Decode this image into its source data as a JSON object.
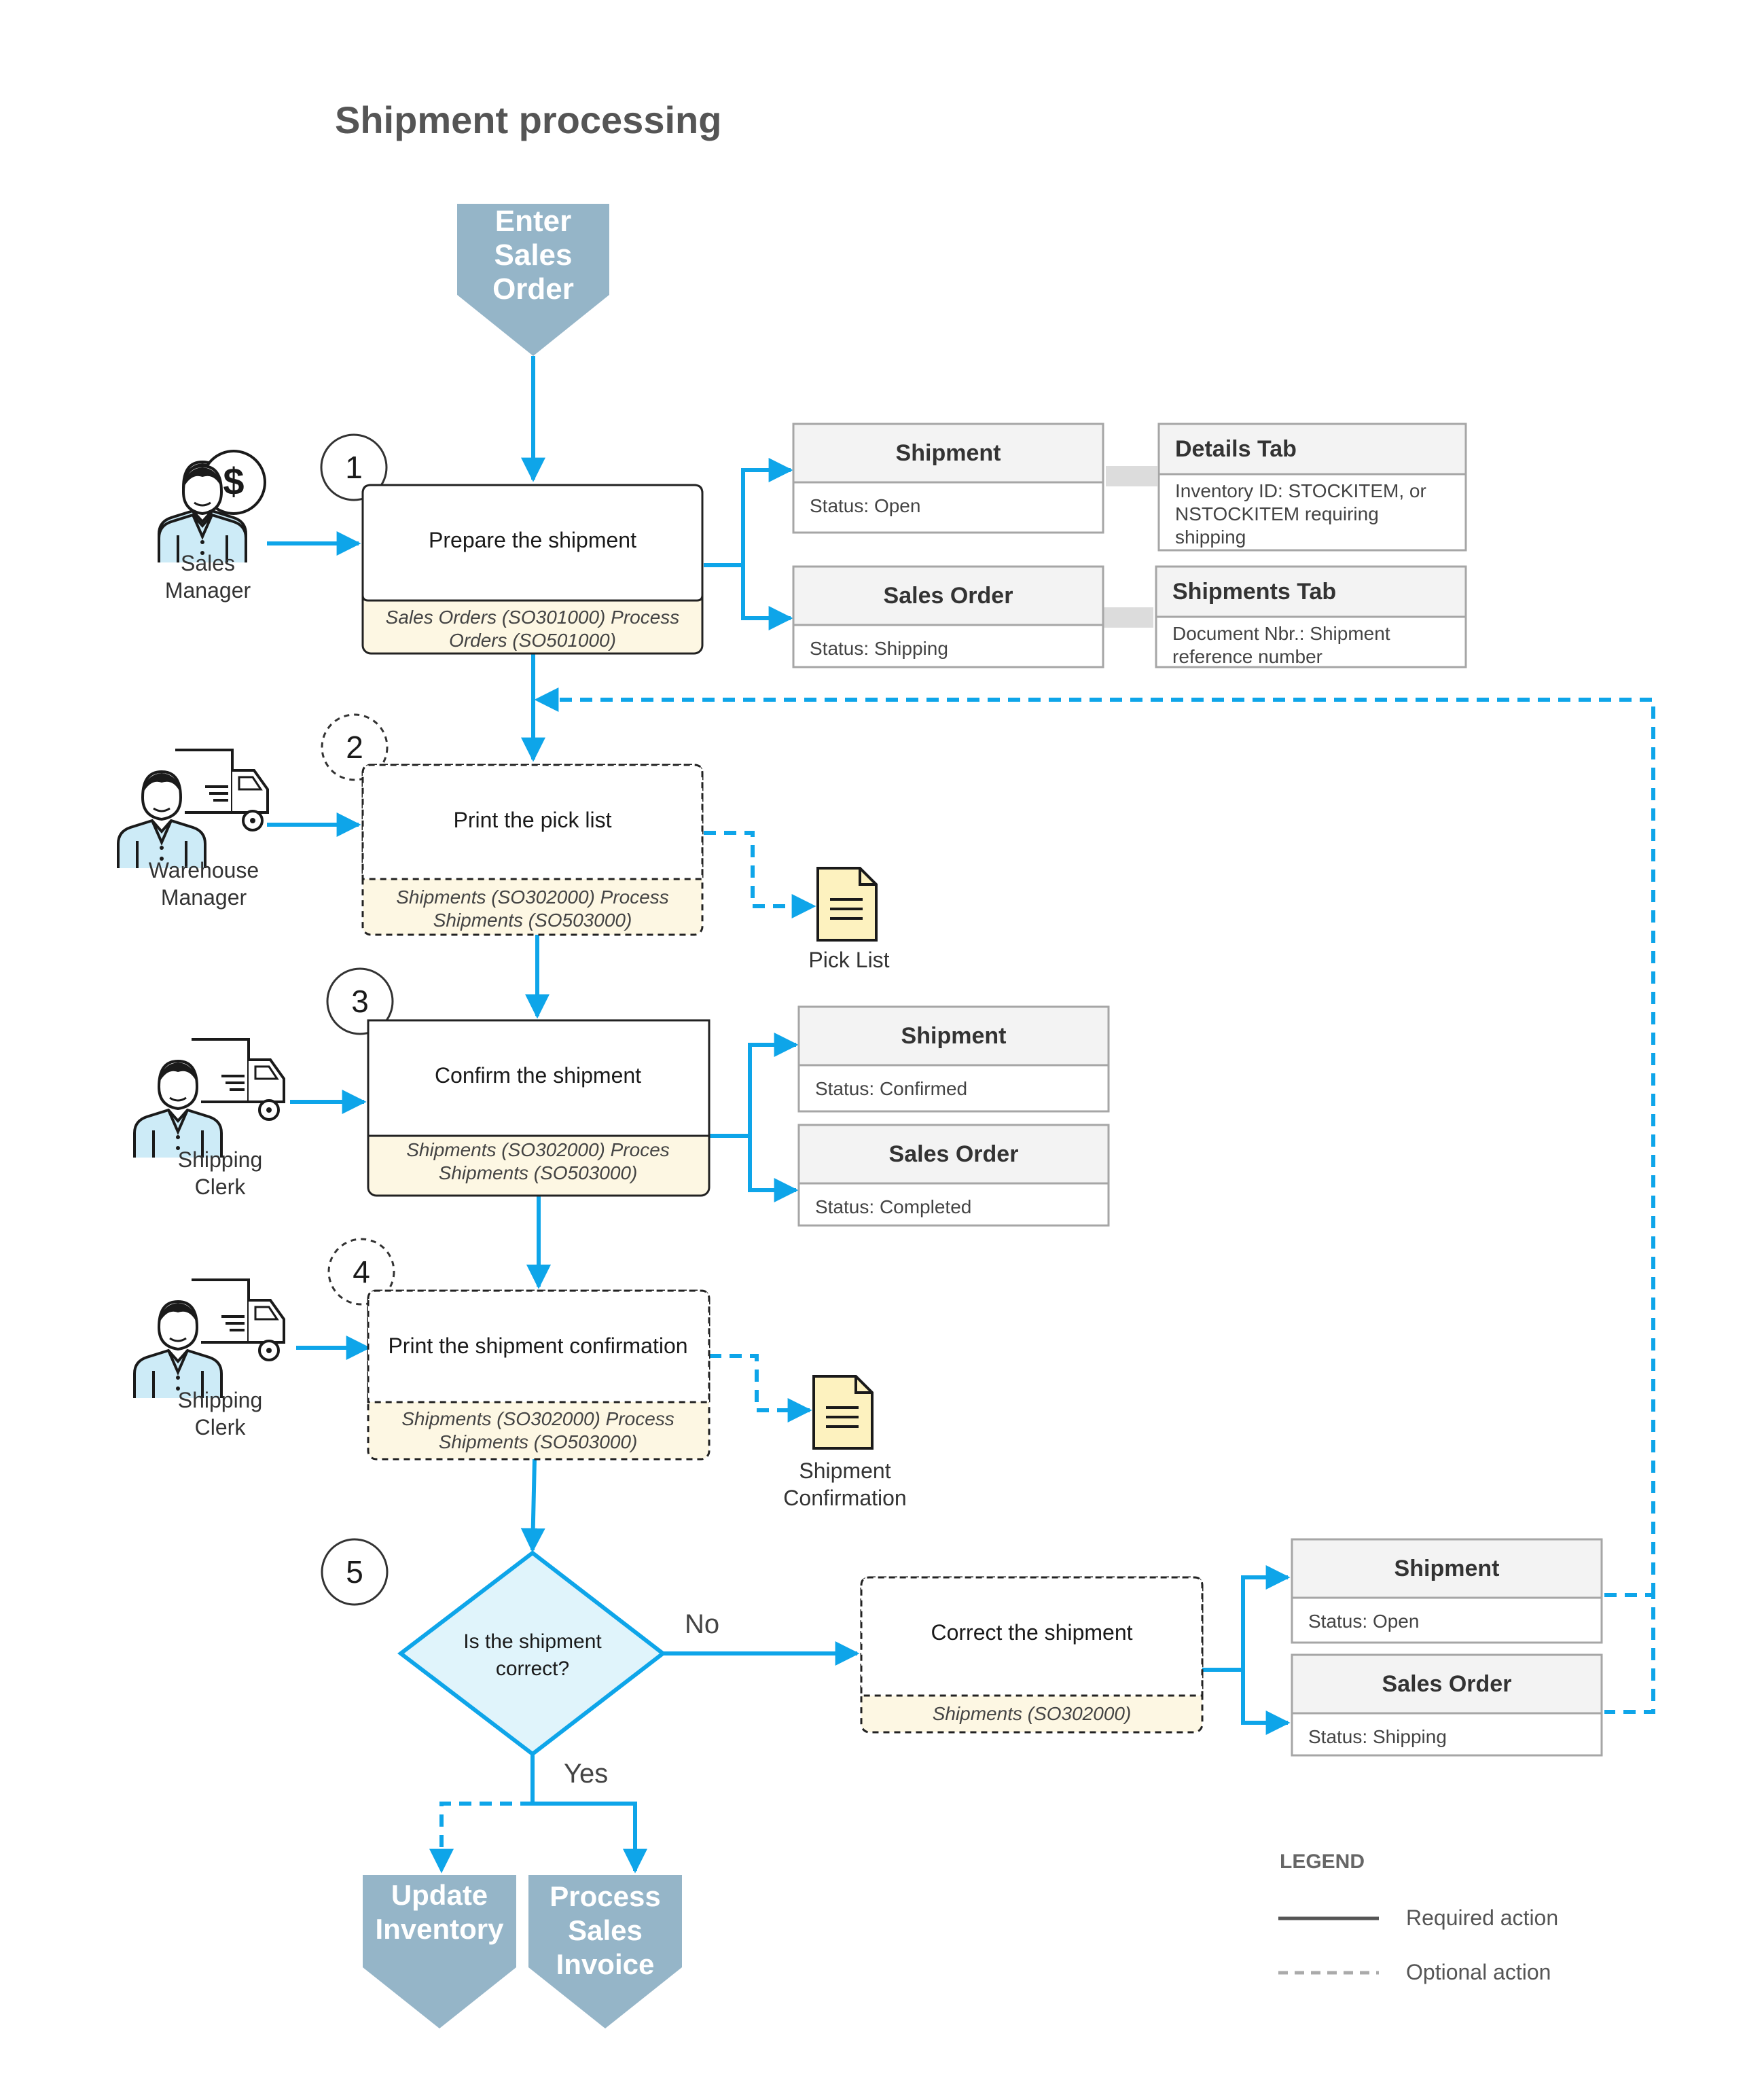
{
  "title": "Shipment processing",
  "start": {
    "lines": [
      "Enter",
      "Sales",
      "Order"
    ]
  },
  "steps": [
    {
      "number": "1",
      "label": "Prepare the shipment",
      "footer": [
        "Sales Orders (SO301000) Process",
        "Orders (SO501000)"
      ],
      "optional": false
    },
    {
      "number": "2",
      "label": "Print the pick list",
      "footer": [
        "Shipments (SO302000) Process",
        "Shipments (SO503000)"
      ],
      "optional": true
    },
    {
      "number": "3",
      "label": "Confirm the shipment",
      "footer": [
        "Shipments (SO302000) Proces",
        "Shipments (SO503000)"
      ],
      "optional": false
    },
    {
      "number": "4",
      "label": "Print the shipment confirmation",
      "footer": [
        "Shipments (SO302000) Process",
        "Shipments (SO503000)"
      ],
      "optional": true
    },
    {
      "number": "5",
      "label": [
        "Is the shipment",
        "correct?"
      ]
    }
  ],
  "correct": {
    "label": "Correct the shipment",
    "footer": "Shipments (SO302000)"
  },
  "actors": [
    {
      "lines": [
        "Sales",
        "Manager"
      ],
      "icon": "sales-manager-icon"
    },
    {
      "lines": [
        "Warehouse",
        "Manager"
      ],
      "icon": "warehouse-worker-icon"
    },
    {
      "lines": [
        "Shipping",
        "Clerk"
      ],
      "icon": "shipping-clerk-icon"
    },
    {
      "lines": [
        "Shipping",
        "Clerk"
      ],
      "icon": "shipping-clerk-icon"
    }
  ],
  "cards": {
    "s1_shipment": {
      "title": "Shipment",
      "body": [
        "Status: Open"
      ]
    },
    "s1_order": {
      "title": "Sales Order",
      "body": [
        "Status: Shipping"
      ]
    },
    "details_tab": {
      "title": "Details Tab",
      "body": [
        "Inventory ID: STOCKITEM, or",
        "NSTOCKITEM requiring",
        "shipping"
      ]
    },
    "shipments_tab": {
      "title": "Shipments Tab",
      "body": [
        "Document Nbr.: Shipment",
        "reference number"
      ]
    },
    "s3_shipment": {
      "title": "Shipment",
      "body": [
        "Status: Confirmed"
      ]
    },
    "s3_order": {
      "title": "Sales Order",
      "body": [
        "Status: Completed"
      ]
    },
    "s5_shipment": {
      "title": "Shipment",
      "body": [
        "Status: Open"
      ]
    },
    "s5_order": {
      "title": "Sales Order",
      "body": [
        "Status: Shipping"
      ]
    }
  },
  "documents": [
    {
      "lines": [
        "Pick List"
      ],
      "icon": "document-icon"
    },
    {
      "lines": [
        "Shipment",
        "Confirmation"
      ],
      "icon": "document-icon"
    }
  ],
  "decision": {
    "no": "No",
    "yes": "Yes"
  },
  "ends": [
    {
      "lines": [
        "Update",
        "Inventory"
      ]
    },
    {
      "lines": [
        "Process",
        "Sales",
        "Invoice"
      ]
    }
  ],
  "legend": {
    "title": "LEGEND",
    "required": "Required action",
    "optional": "Optional action"
  },
  "colors": {
    "flow": "#0ea5e9",
    "terminal": "#95b5c8",
    "footer": "#fdf7e3",
    "decision": "#e0f4fb"
  }
}
